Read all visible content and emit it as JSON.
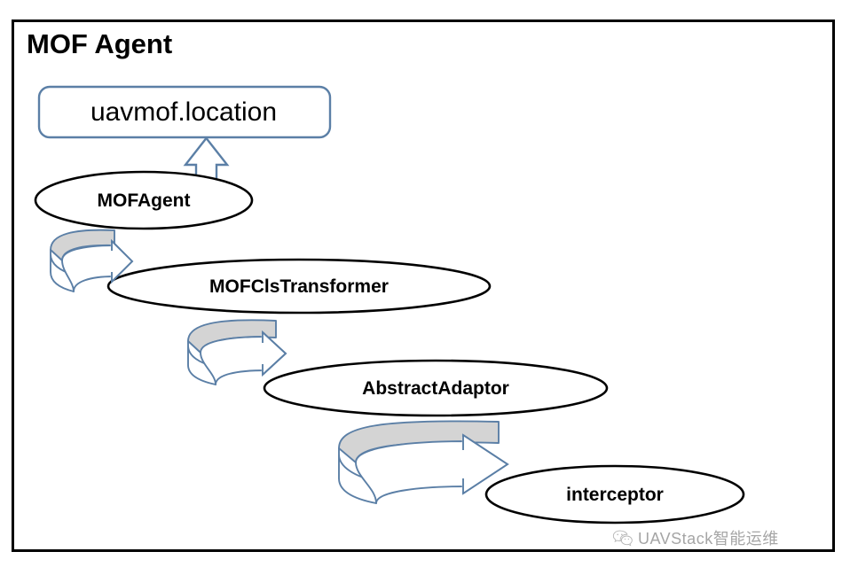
{
  "diagram": {
    "title": "MOF Agent",
    "border_color": "#000000",
    "background_color": "#ffffff",
    "accent_color": "#5b7fa6",
    "ribbon_fill_color": "#d4d4d4",
    "box": {
      "label": "uavmof.location",
      "shape": "rounded-rectangle",
      "stroke_color": "#5b7fa6"
    },
    "nodes": [
      {
        "id": "mof-agent",
        "label": "MOFAgent",
        "shape": "ellipse"
      },
      {
        "id": "mof-cls-transformer",
        "label": "MOFClsTransformer",
        "shape": "ellipse"
      },
      {
        "id": "abstract-adaptor",
        "label": "AbstractAdaptor",
        "shape": "ellipse"
      },
      {
        "id": "interceptor",
        "label": "interceptor",
        "shape": "ellipse"
      }
    ],
    "connectors": [
      {
        "id": "up-arrow",
        "type": "block-arrow-up",
        "from": "mof-agent",
        "to": "uavmof.location"
      },
      {
        "id": "curved-arrow-1",
        "type": "curved-ribbon-arrow",
        "from": "mof-agent",
        "to": "mof-cls-transformer"
      },
      {
        "id": "curved-arrow-2",
        "type": "curved-ribbon-arrow",
        "from": "mof-cls-transformer",
        "to": "abstract-adaptor"
      },
      {
        "id": "curved-arrow-3",
        "type": "curved-ribbon-arrow",
        "from": "abstract-adaptor",
        "to": "interceptor"
      }
    ]
  },
  "watermark": {
    "text": "UAVStack智能运维",
    "icon": "wechat-icon"
  }
}
